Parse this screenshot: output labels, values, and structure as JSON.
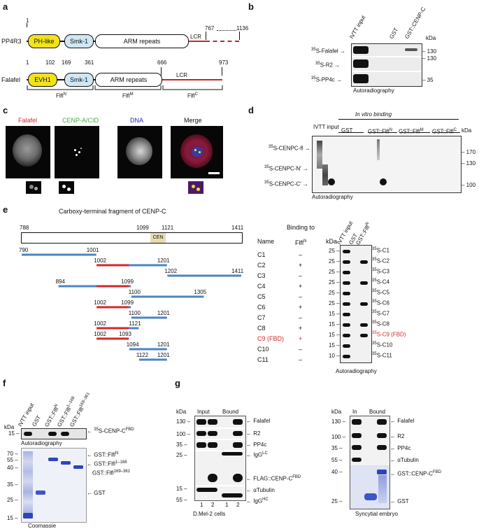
{
  "panel_labels": [
    "a",
    "b",
    "c",
    "d",
    "e",
    "f",
    "g"
  ],
  "a": {
    "pp4r3": {
      "name": "PP4R3",
      "n_start": "1",
      "mid_a": "767",
      "mid_b": "1136",
      "domains": [
        "PH-like",
        "Smk-1",
        "ARM repeats",
        "LCR"
      ]
    },
    "falafel": {
      "name": "Falafel",
      "n1": "1",
      "n102": "102",
      "n169": "169",
      "n361": "361",
      "n666": "666",
      "n973": "973",
      "domains": [
        "EVH1",
        "Smk-1",
        "ARM repeats",
        "LCR"
      ]
    },
    "fragments": [
      "Flfl",
      "Flfl",
      "Flfl"
    ],
    "fragment_sups": [
      "N",
      "M",
      "C"
    ]
  },
  "b": {
    "cols": [
      "IVTT input",
      "GST",
      "GST::CENP-C"
    ],
    "kda": "kDa",
    "rows": [
      "Falafel",
      "R2",
      "PP4c"
    ],
    "row_prefix": "35",
    "row_s": "S-",
    "markers": [
      "130",
      "130",
      "35"
    ],
    "caption": "Autoradiography"
  },
  "c": {
    "headers": [
      "Falafel",
      "CENP-A/CID",
      "DNA",
      "Merge"
    ],
    "colors": {
      "falafel": "#d62828",
      "cenpa": "#3fae3f",
      "dna": "#2525c8"
    }
  },
  "d": {
    "title": "In vitro binding",
    "ivtt": "IVTT input",
    "group_cols": [
      "GST",
      "GST::Flfl",
      "GST::Flfl",
      "GST::Flfl"
    ],
    "group_sups": [
      "",
      "N",
      "M",
      "C"
    ],
    "kda": "kDa",
    "rows": [
      "S-CENPC-fl",
      "S-CENPC-N′",
      "S-CENPC-C′"
    ],
    "row_prefix": "35",
    "markers": [
      "170",
      "130",
      "100"
    ],
    "caption": "Autoradiography"
  },
  "e": {
    "title": "Carboxy-terminal fragment of CENP-C",
    "scale": {
      "start": "788",
      "cen_start": "1099",
      "cen_end": "1121",
      "end": "1411",
      "cen": "CEN"
    },
    "headers": {
      "name": "Name",
      "binding": "Binding to",
      "flfl": "Flfl",
      "flfl_sup": "N",
      "kda": "kDa"
    },
    "fragments": [
      {
        "name": "C1",
        "bind": "–",
        "left": "790",
        "right": "1001"
      },
      {
        "name": "C2",
        "bind": "+",
        "left": "1002",
        "right": "1201"
      },
      {
        "name": "C3",
        "bind": "–",
        "left": "1202",
        "right": "1411"
      },
      {
        "name": "C4",
        "bind": "+",
        "left": "894",
        "right": "1099"
      },
      {
        "name": "C5",
        "bind": "–",
        "left": "1100",
        "right": "1305"
      },
      {
        "name": "C6",
        "bind": "+",
        "left": "1002",
        "right": "1099"
      },
      {
        "name": "C7",
        "bind": "–",
        "left": "1100",
        "right": "1201"
      },
      {
        "name": "C8",
        "bind": "+",
        "left": "1002",
        "right": "1121"
      },
      {
        "name": "C9 (FBD)",
        "bind": "+",
        "left": "1002",
        "right": "1093"
      },
      {
        "name": "C10",
        "bind": "–",
        "left": "1094",
        "right": "1201"
      },
      {
        "name": "C11",
        "bind": "–",
        "left": "1122",
        "right": "1201"
      }
    ],
    "gel_cols": [
      "IVTT input",
      "GST",
      "GST::Flfl"
    ],
    "gel_col_sup": "N",
    "gel_markers": [
      "25",
      "25",
      "25",
      "25",
      "25",
      "25",
      "15",
      "15",
      "15",
      "15",
      "10"
    ],
    "gel_rows": [
      "S-C1",
      "S-C2",
      "S-C3",
      "S-C4",
      "S-C5",
      "S-C6",
      "S-C7",
      "S-C8",
      "S-C9 (FBD)",
      "S-C10",
      "S-C11"
    ],
    "row_prefix": "35",
    "caption": "Autoradiography"
  },
  "f": {
    "cols": [
      "IVTT input",
      "GST",
      "GST::Flfl",
      "GST::Flfl",
      "GST::Flfl"
    ],
    "col_sups": [
      "",
      "",
      "N",
      "1–168",
      "169–361"
    ],
    "kda": "kDa",
    "autorad_marker": "15",
    "autorad_label": "S-CENP-C",
    "autorad_label_sup": "FBD",
    "row_prefix": "35",
    "autorad_caption": "Autoradiography",
    "coom_markers": [
      "70",
      "55",
      "40",
      "35",
      "25",
      "15"
    ],
    "coom_labels": [
      "GST::Flfl",
      "GST::Flfl",
      "GST::Flfl",
      "GST"
    ],
    "coom_sups": [
      "N",
      "1–168",
      "169–361",
      ""
    ],
    "coom_caption": "Coomassie"
  },
  "g": {
    "left": {
      "kda": "kDa",
      "input": "Input",
      "bound": "Bound",
      "markers": [
        "130",
        "100",
        "35",
        "25",
        "15",
        "55"
      ],
      "labels": [
        "Falafel",
        "R2",
        "PP4c",
        "IgG",
        "FLAG::CENP-C",
        "αTubulin",
        "IgG"
      ],
      "sups": [
        "",
        "",
        "",
        "LC",
        "FBD",
        "",
        "HC"
      ],
      "lanes": [
        "1",
        "2",
        "1",
        "2"
      ],
      "caption": "D.Mel-2 cells"
    },
    "right": {
      "kda": "kDa",
      "input": "In",
      "bound": "Bound",
      "markers": [
        "130",
        "100",
        "35",
        "55",
        "40",
        "25"
      ],
      "labels": [
        "Falafel",
        "R2",
        "PP4c",
        "αTubulin",
        "GST::CENP-C",
        "GST"
      ],
      "sups": [
        "",
        "",
        "",
        "",
        "FBD",
        ""
      ],
      "caption": "Syncytial embryo"
    }
  }
}
